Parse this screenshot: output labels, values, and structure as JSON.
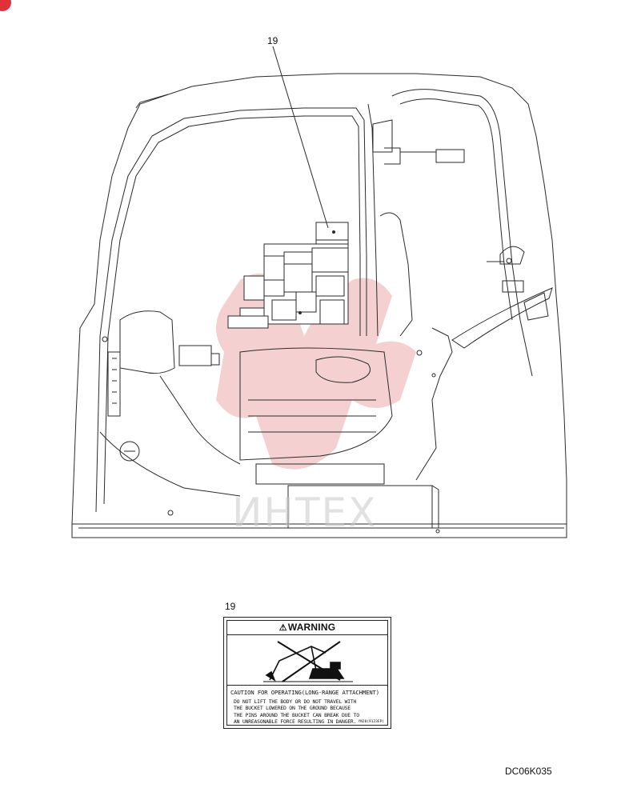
{
  "diagram": {
    "callout_top": "19",
    "callout_detail": "19",
    "watermark": "ИНТЕХ",
    "drawing_id": "DC06K035"
  },
  "label": {
    "header": "WARNING",
    "title": "CAUTION FOR OPERATING(LONG-RANGE ATTACHMENT)",
    "body_lines": [
      "DO NOT LIFT THE BODY OR DO NOT TRAVEL WITH",
      "THE BUCKET LOWERED ON THE GROUND BECAUSE",
      "THE PINS AROUND THE BUCKET CAN BREAK DUE TO",
      "AN UNREASONABLE FORCE RESULTING IN DANGER."
    ],
    "code": "YN20(9123EP)"
  },
  "colors": {
    "line": "#2a2a2a",
    "watermark_red": "#f3c2c2",
    "badge": "#e0303a"
  }
}
